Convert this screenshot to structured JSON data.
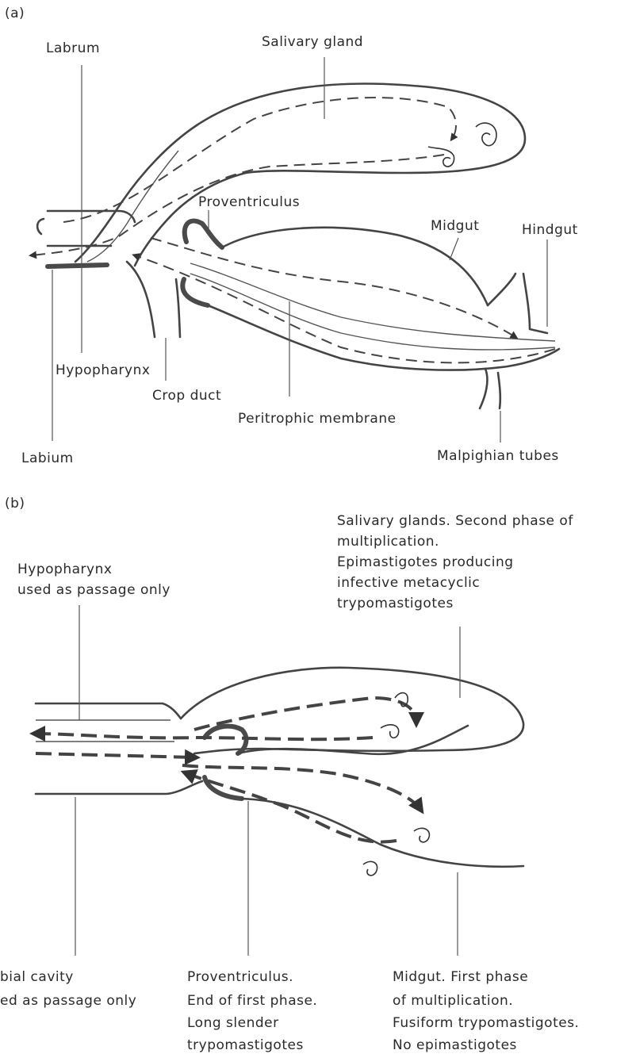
{
  "panel_a": {
    "tag": "(a)",
    "labels": {
      "labrum": "Labrum",
      "salivary_gland": "Salivary gland",
      "proventriculus": "Proventriculus",
      "midgut": "Midgut",
      "hindgut": "Hindgut",
      "hypopharynx": "Hypopharynx",
      "crop_duct": "Crop duct",
      "peritrophic_membrane": "Peritrophic membrane",
      "labium": "Labium",
      "malpighian_tubes": "Malpighian tubes"
    }
  },
  "panel_b": {
    "tag": "(b)",
    "salivary": [
      "Salivary glands. Second phase of",
      "multiplication.",
      "Epimastigotes producing",
      "infective metacyclic",
      "trypomastigotes"
    ],
    "hypopharynx": [
      "Hypopharynx",
      "used as passage only"
    ],
    "labial": [
      "bial cavity",
      "ed as passage only"
    ],
    "proventriculus": [
      "Proventriculus.",
      "End of first phase.",
      "Long slender",
      "trypomastigotes"
    ],
    "midgut": [
      "Midgut. First phase",
      "of multiplication.",
      "Fusiform trypomastigotes.",
      "No epimastigotes"
    ]
  },
  "colors": {
    "ink": "#333333",
    "background": "#ffffff"
  }
}
